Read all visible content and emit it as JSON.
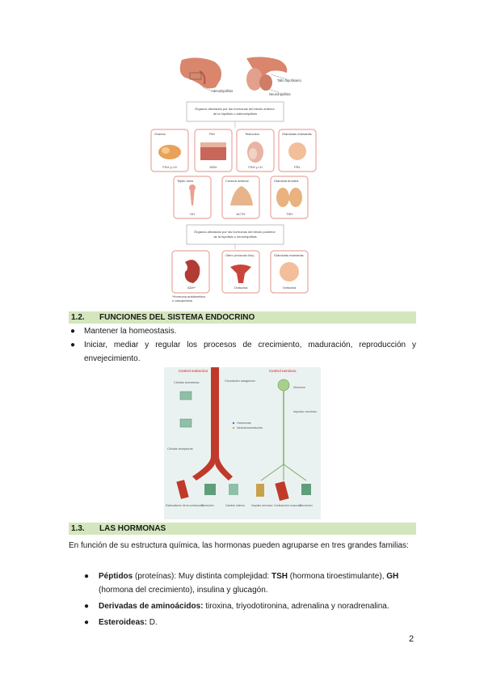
{
  "figure1": {
    "labels": {
      "adenohipofisis": "Adenohipófisis",
      "tallo": "Tallo hipofisiario",
      "neurohipofisis": "Neurohipófisis",
      "header_anterior": "Órganos afectados por las hormonas del lóbulo anterior de la hipófisis o adenohipófisis",
      "header_posterior": "Órganos afectados por las hormonas del lóbulo posterior de la hipófisis o neurohipófisis",
      "footnote": "*Hormona antidiurética o vasopresina"
    },
    "row1": [
      {
        "title": "Ovarios",
        "hormone": "FSH y LH"
      },
      {
        "title": "Piel",
        "hormone": "MSH"
      },
      {
        "title": "Testículos",
        "hormone": "FSH y LH"
      },
      {
        "title": "Glándulas mamarias",
        "hormone": "PRL"
      }
    ],
    "row2": [
      {
        "title": "Tejido óseo",
        "hormone": "GH"
      },
      {
        "title": "Corteza adrenal",
        "hormone": "ACTH"
      },
      {
        "title": "Glándula tiroidea",
        "hormone": "TSH"
      }
    ],
    "row3": [
      {
        "title": "",
        "hormone": "ADH*"
      },
      {
        "title": "Útero (músculo liso)",
        "hormone": "Oxitocina"
      },
      {
        "title": "Glándulas mamarias",
        "hormone": "Oxitocina"
      }
    ]
  },
  "section1": {
    "number": "1.2.",
    "title": "FUNCIONES DEL SISTEMA ENDOCRINO"
  },
  "bullets1": [
    "Mantener la homeostasis.",
    "Iniciar, mediar y regular los procesos de crecimiento, maduración, reproducción y envejecimiento."
  ],
  "figure2": {
    "control_endocrino": "Control endocrino",
    "control_nervioso": "Control nervioso",
    "celulas_secretoras": "Células secretoras",
    "circulacion": "Circulación sanguínea",
    "neurona": "Neurona",
    "impulso": "Impulso nervioso",
    "legend_hormonas": "Hormonas",
    "legend_neuro": "Neurotransmisores",
    "celulas_receptoras": "Células receptoras",
    "bottom_left": [
      "Estimulación de la contracción",
      "Secreción",
      "Cambio interno"
    ],
    "bottom_right": [
      "Impulso nervioso",
      "Contracción muscular",
      "Secreción"
    ]
  },
  "section2": {
    "number": "1.3.",
    "title": "LAS HORMONAS"
  },
  "intro": "En función de su estructura química, las hormonas pueden agruparse en tres grandes familias:",
  "families": [
    {
      "bold": "Péptidos",
      "rest": " (proteínas): Muy distinta complejidad: ",
      "b2": "TSH",
      "rest2": " (hormona tiroestimulante), ",
      "b3": "GH",
      "rest3": " (hormona del crecimiento), insulina y glucagón."
    },
    {
      "bold": "Derivadas de aminoácidos:",
      "rest": " tiroxina, triyodotironina, adrenalina y noradrenalina."
    },
    {
      "bold": "Esteroideas:",
      "rest": " D."
    }
  ],
  "page_number": "2",
  "colors": {
    "accent_green": "#d4e6bd",
    "box_border": "#e8a7a0"
  }
}
